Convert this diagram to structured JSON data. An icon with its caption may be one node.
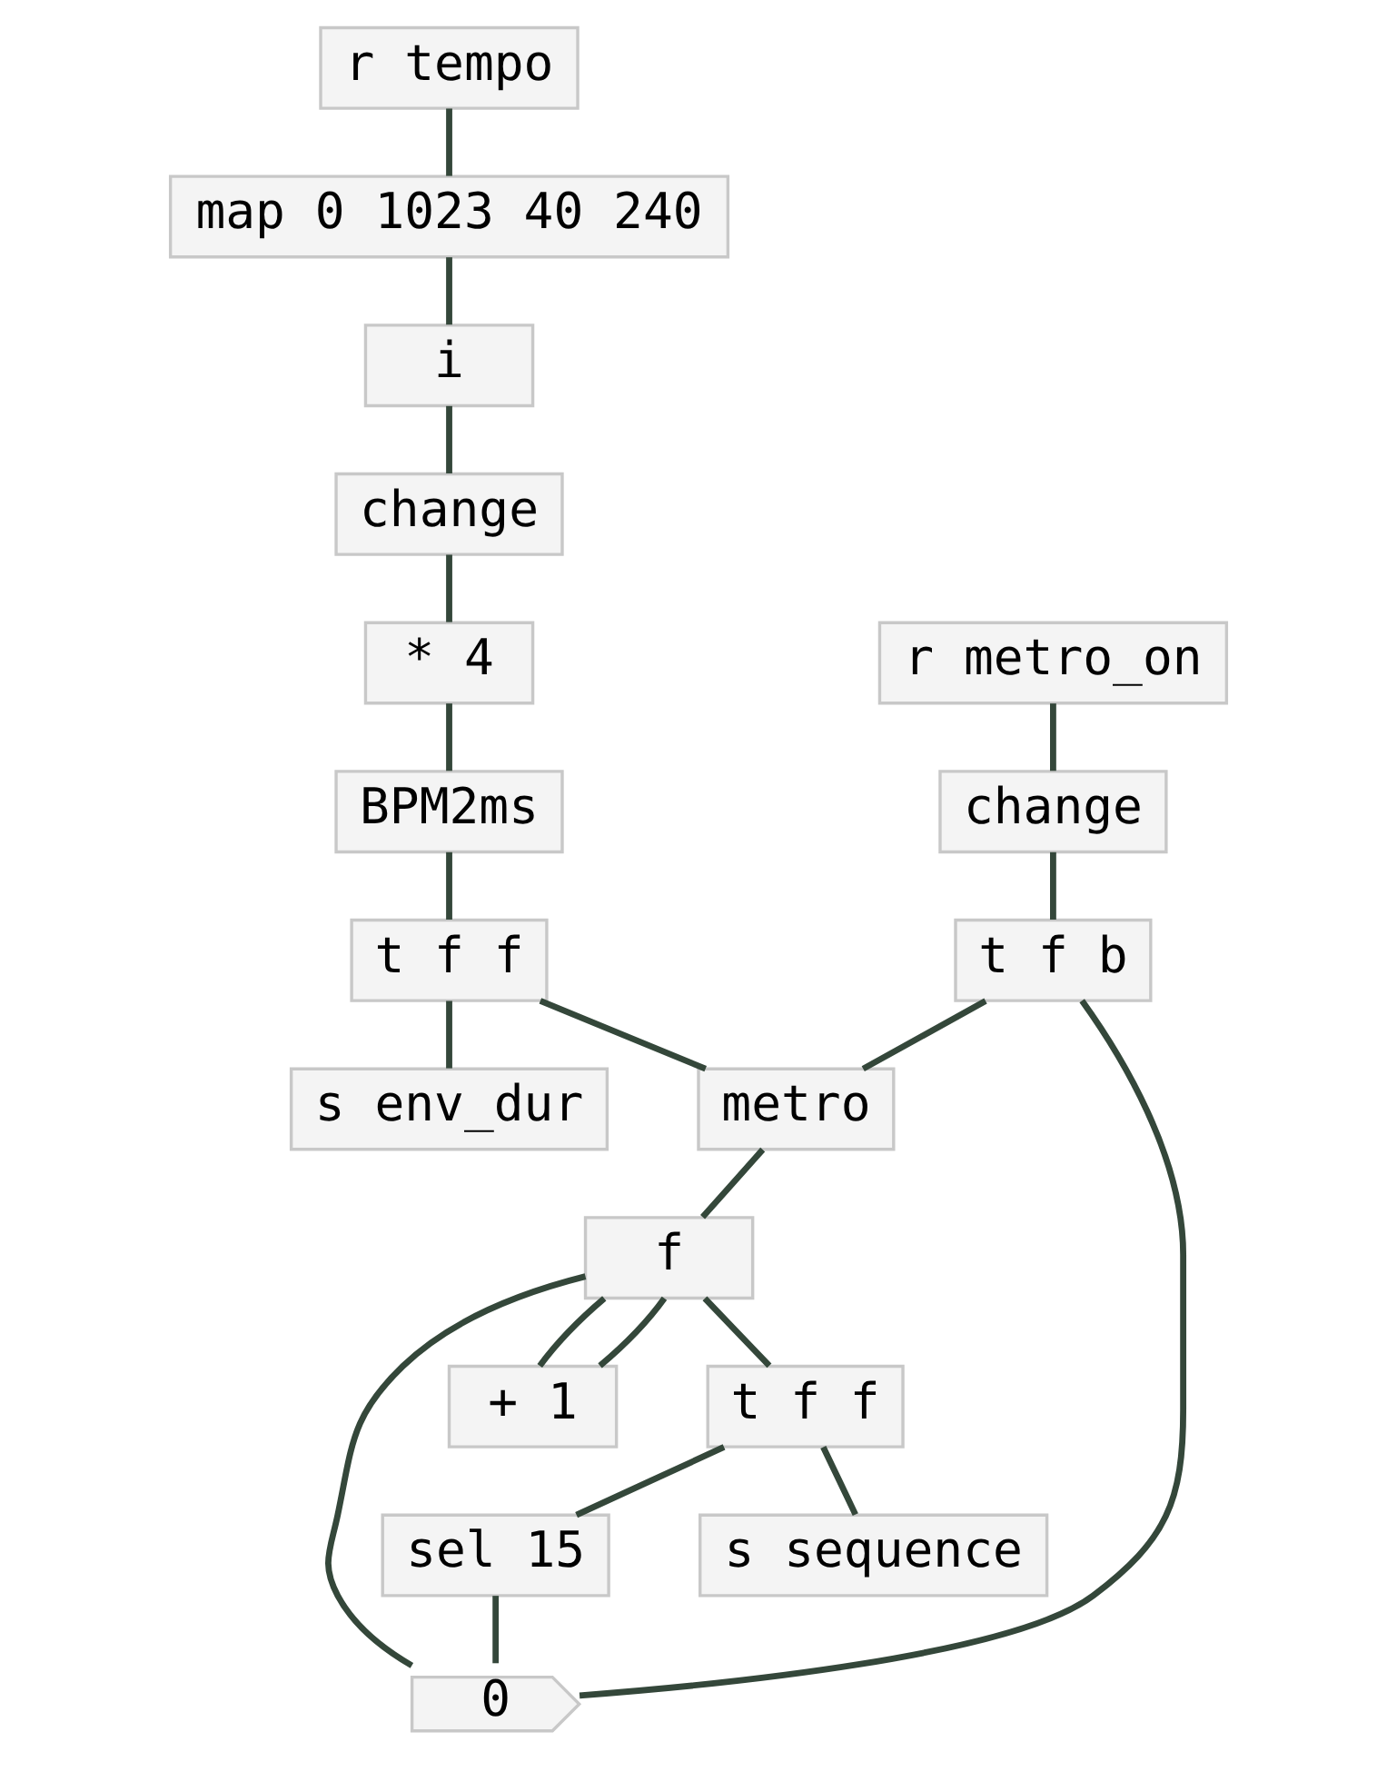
{
  "diagram": {
    "nodes": [
      {
        "text": [
          "r tempo"
        ]
      },
      {
        "text": [
          "map 0 1023 40 240"
        ]
      },
      {
        "text": [
          "i"
        ]
      },
      {
        "text": [
          "change"
        ]
      },
      {
        "text": [
          "* 4"
        ]
      },
      {
        "text": [
          "BPM2ms"
        ]
      },
      {
        "text": [
          "t f f"
        ]
      },
      {
        "text": [
          "s env_dur"
        ]
      },
      {
        "text": [
          "r metro_on"
        ]
      },
      {
        "text": [
          "change"
        ]
      },
      {
        "text": [
          "t f b"
        ]
      },
      {
        "text": [
          "metro"
        ]
      },
      {
        "text": [
          "0"
        ]
      },
      {
        "text": [
          "f"
        ]
      },
      {
        "text": [
          "+ 1"
        ]
      },
      {
        "text": [
          "t f f"
        ]
      },
      {
        "text": [
          "sel 15"
        ]
      },
      {
        "text": [
          "s sequence"
        ]
      }
    ],
    "edges": [
      {
        "from": 0,
        "to": 1,
        "arrow": "none"
      },
      {
        "from": 1,
        "to": 2,
        "arrow": "none"
      },
      {
        "from": 2,
        "to": 3,
        "arrow": "none"
      },
      {
        "from": 3,
        "to": 4,
        "arrow": "none"
      },
      {
        "from": 4,
        "to": 5,
        "arrow": "none"
      },
      {
        "from": 5,
        "to": 6,
        "arrow": "none"
      },
      {
        "from": 6,
        "to": 11,
        "arrow": "none"
      },
      {
        "from": 6,
        "to": 7,
        "arrow": "none"
      },
      {
        "from": 8,
        "to": 9,
        "arrow": "none"
      },
      {
        "from": 9,
        "to": 10,
        "arrow": "none"
      },
      {
        "from": 10,
        "to": 11,
        "arrow": "none"
      },
      {
        "from": 10,
        "to": 12,
        "arrow": "none"
      },
      {
        "from": 11,
        "to": 13,
        "arrow": "none"
      },
      {
        "from": 12,
        "to": 13,
        "arrow": "none"
      },
      {
        "from": 13,
        "to": 14,
        "arrow": "none"
      },
      {
        "from": 14,
        "to": 13,
        "arrow": "none"
      },
      {
        "from": 13,
        "to": 15,
        "arrow": "none"
      },
      {
        "from": 15,
        "to": 17,
        "arrow": "none"
      },
      {
        "from": 15,
        "to": 16,
        "arrow": "none"
      },
      {
        "from": 16,
        "to": 12,
        "arrow": "none"
      }
    ]
  }
}
